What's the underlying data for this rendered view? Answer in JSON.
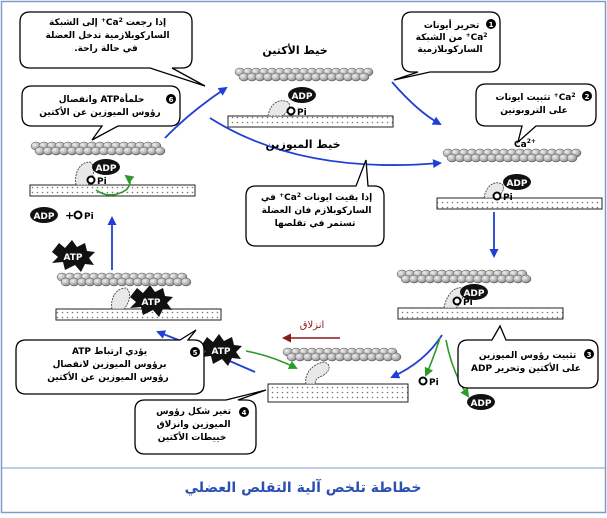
{
  "caption": "خطاطة تلخص آلية التقلص العضلي",
  "labels": {
    "actin": "خيط الأكتين",
    "myosin": "خيط الميوزين",
    "sliding": "انزلاق"
  },
  "molecules": {
    "adp": "ADP",
    "atp": "ATP",
    "pi": "Pi",
    "ca": "Ca",
    "charge": "2+",
    "plus": "+"
  },
  "steps": {
    "s1": {
      "num": "1",
      "lines": [
        "تحرير أيونات",
        "من الشبكة",
        "الساركوبلازمية"
      ]
    },
    "s2": {
      "num": "2",
      "lines": [
        "تثبيت ايونات",
        "على التروبونين"
      ]
    },
    "s3": {
      "num": "3",
      "lines": [
        "تثبيت رؤوس الميوزين",
        "على الأكتين وتحرير ADP"
      ]
    },
    "s4": {
      "num": "4",
      "lines": [
        "تغير شكل رؤوس",
        "الميوزين وانزلاق",
        "خييطات الأكتين"
      ]
    },
    "s5": {
      "num": "5",
      "lines": [
        "يؤدي ارتباط ATP",
        "برؤوس الميوزين لانفصال",
        "رؤوس الميوزين عن الأكتين"
      ]
    },
    "s6": {
      "num": "6",
      "lines": [
        "حلمأةATP وانفصال",
        "رؤوس الميوزين عن الأكتين"
      ]
    },
    "return": {
      "lines": [
        "إذا رجعت",
        "إلى الشبكة",
        "الساركوبلازمية تدخل العضلة",
        "في حالة راحة."
      ]
    },
    "stay": {
      "lines": [
        "إذا بقيت ايونات",
        "في",
        "الساركوبلازم فان العضلة",
        "تستمر في تقلصها"
      ]
    }
  },
  "colors": {
    "arrow_blue": "#1f3fd6",
    "arrow_green": "#2a9a2a",
    "arrow_red": "#8b1a1a",
    "caption_text": "#2b4fb3",
    "frame": "#7f9cc9"
  }
}
